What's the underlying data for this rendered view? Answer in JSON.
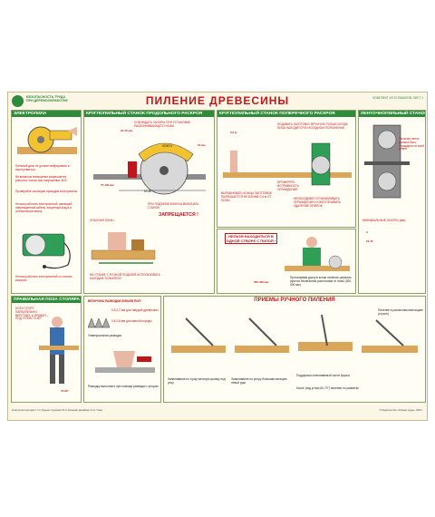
{
  "header": {
    "org_line1": "БЕЗОПАСНОСТЬ ТРУДА",
    "org_line2": "ПРИ ДЕРЕВООБРАБОТКЕ",
    "title": "ПИЛЕНИЕ   ДРЕВЕСИНЫ",
    "kit": "КОМПЛЕКТ ИЗ 5 ПЛАКАТОВ, ЛИСТ 1"
  },
  "panels": {
    "electric_saw": {
      "title": "ЭЛЕКТРОПИЛА",
      "note1": "Пильный диск не должен вибрировать и перегреваться",
      "note2": "Во влажном помещении разрешается работать только при напряжении 36 В",
      "note3": "Проверяйте изоляцию проводов электропилы",
      "note4": "Нельзя работать электропилой, имеющей поврежденный кабель, защитный кожух и штепсельную вилку",
      "note5": "Нельзя работать электропилой со снятым кожухом"
    },
    "rip_saw": {
      "title": "КРУГЛОПИЛЬНЫЙ СТАНОК ПРОДОЛЬНОГО РАСКРОЯ",
      "note1": "СОБЛЮДАТЬ ЗАЗОРЫ ПРИ УСТАНОВКЕ РАСКЛИНИВАЮЩЕГО НОЖА",
      "dim1": "10-15 мм",
      "dim2": "10 мм",
      "dim3": "75-100 мм",
      "knife_label": "НОЖ",
      "guard_label": "КОЖУХ",
      "note2": "ПРИ ПОДЪЕМЕ КОЖУХА ВКЛЮЧАТЬ СТАНОК",
      "warn": "ЗАПРЕЩАЕТСЯ !",
      "dangerous_zone": "ОПАСНАЯ ЗОНА !",
      "note3": "НА СТАНКЕ С РУЧНОЙ ПОДАЧЕЙ ИСПОЛЬЗОВАТЬ КОЛОДКИ-ТОЛКАТЕЛИ"
    },
    "cross_saw": {
      "title": "КРУГЛОПИЛЬНЫЙ СТАНОК ПОПЕРЕЧНОГО РАСКРОЯ",
      "dim1": "0,5 м",
      "note1": "ПОДАВАТЬ ЗАГОТОВКУ ВРУЧНУЮ ТОЛЬКО КОГДА ПИЛА НАХОДИТСЯ В ИСХОДНОМ ПОЛОЖЕНИИ",
      "note2": "ВЫРАВНИВАТЬ КОНЦЫ ЗАГОТОВОК РАЗРЕШАЕТСЯ НЕ БЛИЖЕ 0,5 м ОТ ПИЛЫ",
      "note3": "НЕОБХОДИМО УСТАНАВЛИВАТЬ ОГРАЖДЕНИЯ И ОБЕСПЕЧИВАТЬ УДАЛЕНИЕ ОПИЛОК",
      "note4": "ПРОВЕРЯТЬ ИСПРАВНОСТЬ ОГРАЖДЕНИЙ"
    },
    "danger_center": {
      "note1": "НЕЛЬЗЯ НАХОДИТЬСЯ В ОДНОЙ СТВОРЕ С ПИЛОЙ !",
      "dim": "300-400 мм",
      "note2": "Проталкивая доску в конце пиления, держать руки на безопасном расстоянии от пилы (300-400 мм)"
    },
    "band_saw": {
      "title": "ЛЕНТОЧНОПИЛЬНЫЙ СТАНОК",
      "note1": "Пильная лента должна быть ограждена по всей длине",
      "note2": "МИНИМАЛЬНЫЕ ЗАЗОРЫ (мм)",
      "dim1": "3",
      "dim2": "10-15"
    },
    "manual_posture": {
      "title": "ПРАВИЛЬНАЯ ПОЗА СТОЛЯРА",
      "note1": "НОГИ СТОЯТ ПАРАЛЛЕЛЬНО ВЕРСТАКУ, А ПРАВАЯ – ПОД УГЛОМ 70-80°",
      "angle": "70-80°"
    },
    "teeth": {
      "title": "ВЕЛИЧИНА РАЗВОДКИ ЗУБЬЕВ ПИЛ:",
      "note1": "0,5-0,7 мм для твердой древесины",
      "note2": "0,6-0,8 мм для мягкой породы",
      "note3": "Универсальная разводка",
      "note4": "Разводку выполнять при помощи разводки с упором"
    },
    "manual_sawing": {
      "title": "ПРИЕМЫ   РУЧНОГО   ПИЛЕНИЯ",
      "note1": "Запиливание по сучку пильную кромку под упор",
      "note2": "Запиливание по упору большим пальцем левой руки",
      "note3": "Пиление в распиловочном ящике (стусле)",
      "note4": "Поддержка отпиливаемой части бруска",
      "note5": "Косое (под углом 60-70°) пиление по разметке"
    }
  },
  "footer": {
    "left": "Консультант-методист: Г.А. Бурцев. Художник: В.Н. Кишинёв. Дизайнер: И.Н. Уткин",
    "right": "© Издательство «Охрана труда», 2019 г."
  },
  "colors": {
    "accent_green": "#2e8b3a",
    "warning_red": "#c0161b",
    "machine_green": "#2f9e56",
    "wood": "#d9a65a"
  }
}
